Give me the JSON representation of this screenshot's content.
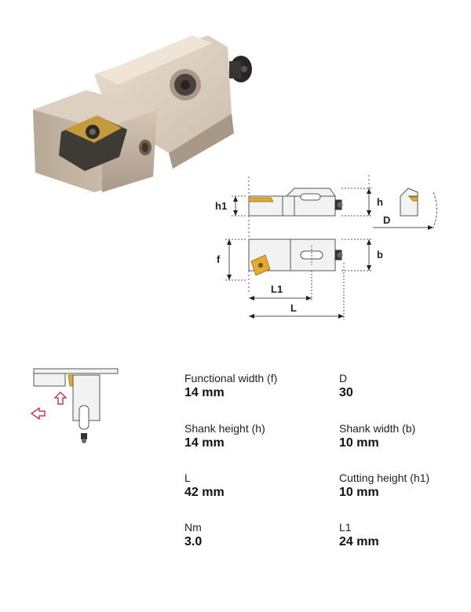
{
  "drawing": {
    "labels": {
      "h1": "h1",
      "h": "h",
      "D": "D",
      "f": "f",
      "b": "b",
      "L1": "L1",
      "L": "L"
    }
  },
  "specs": [
    {
      "label": "Functional width (f)",
      "value": "14 mm"
    },
    {
      "label": "D",
      "value": "30"
    },
    {
      "label": "Shank height (h)",
      "value": "14 mm"
    },
    {
      "label": "Shank width (b)",
      "value": "10 mm"
    },
    {
      "label": "L",
      "value": "42 mm"
    },
    {
      "label": "Cutting height (h1)",
      "value": "10 mm"
    },
    {
      "label": "Nm",
      "value": "3.0"
    },
    {
      "label": "L1",
      "value": "24 mm"
    }
  ],
  "colors": {
    "steel": "#cbbcac",
    "insert": "#e8a828",
    "arrow": "#c8102e"
  }
}
